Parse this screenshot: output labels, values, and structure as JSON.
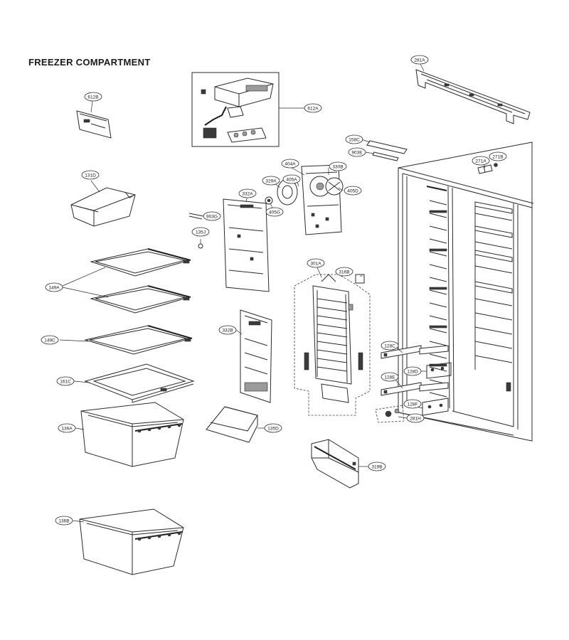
{
  "title": "FREEZER COMPARTMENT",
  "callouts": {
    "c281A": "281A",
    "c612B": "612B",
    "c612A": "612A",
    "c158C": "158C",
    "c903E": "903E",
    "c271A": "271A",
    "c271B": "271B",
    "c404A": "404A",
    "c330B": "330B",
    "c329A": "329A",
    "c405A": "405A",
    "c405D": "405D",
    "c332A": "332A",
    "c405G": "405G",
    "c131D": "131D",
    "c903G": "903G",
    "c135J": "135J",
    "c301A": "301A",
    "c316B": "316B",
    "c149A": "149A",
    "c149C": "149C",
    "c332B": "332B",
    "c128C": "128C",
    "c128D": "128D",
    "c128E": "128E",
    "c128F": "128F",
    "c281H": "281H",
    "c161C": "161C",
    "c136A": "136A",
    "c135D": "135D",
    "c319B": "319B",
    "c136B": "136B"
  }
}
